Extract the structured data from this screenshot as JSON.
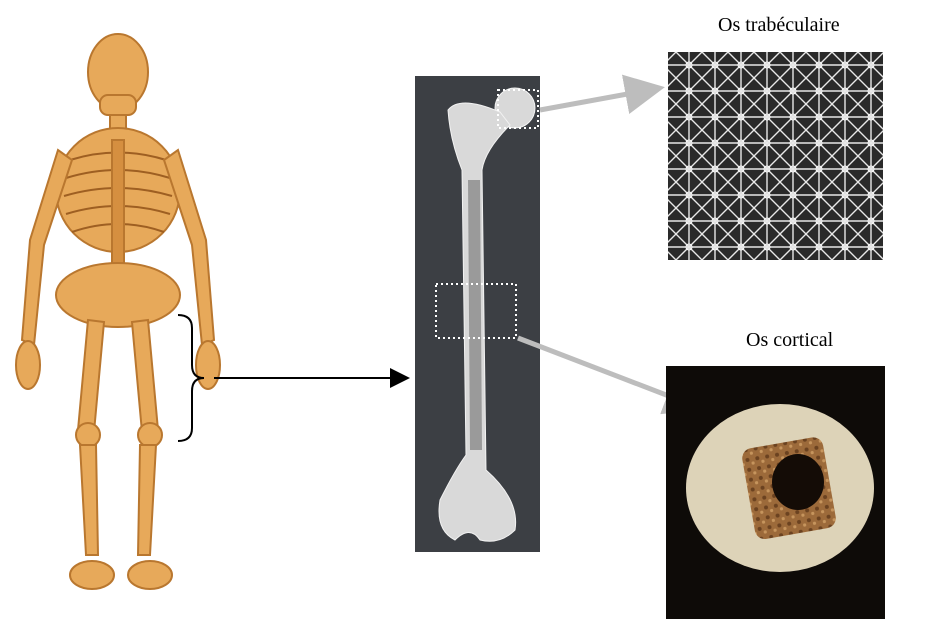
{
  "labels": {
    "trabecular": "Os trabéculaire",
    "cortical": "Os cortical"
  },
  "colors": {
    "bone": "#e7a95a",
    "bone_shadow": "#b9772f",
    "femur_panel": "#3c3f44",
    "femur_bone": "#d9d9d9",
    "arrow_gray": "#bdbdbd",
    "arrow_black": "#000000",
    "photo_bg": "#0e0b08",
    "cortical_ring": "#ddd3b8",
    "marrow": "#8a5a2e"
  },
  "icons": {
    "skeleton": "skeleton-figure",
    "femur": "femur-radiograph",
    "trabecular": "trabecular-mesh-photo",
    "cortical": "cortical-cross-section-photo"
  }
}
